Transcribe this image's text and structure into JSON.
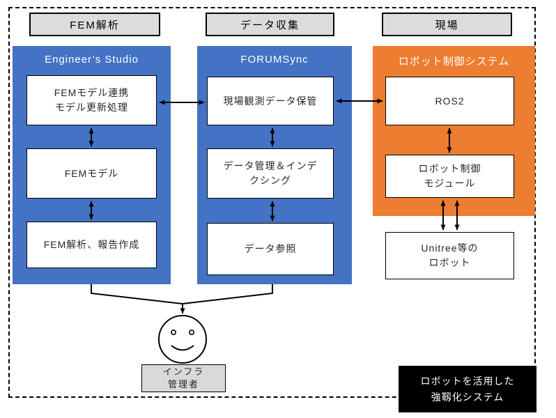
{
  "headers": {
    "fem": "FEM解析",
    "data": "データ収集",
    "site": "現場"
  },
  "engineers_studio": {
    "title": "Engineer’s Studio",
    "box_model_update": "FEMモデル連携\nモデル更新処理",
    "box_fem_model": "FEMモデル",
    "box_report": "FEM解析、報告作成"
  },
  "forumsync": {
    "title": "FORUMSync",
    "box_store": "現場観測データ保管",
    "box_index": "データ管理＆インデ\nクシング",
    "box_reference": "データ参照"
  },
  "robot_control": {
    "title": "ロボット制御システム",
    "box_ros2": "ROS2",
    "box_module": "ロボット制御\nモジュール"
  },
  "unitree_label": "Unitree等の\nロボット",
  "operator_label": "インフラ\n管理者",
  "footer_label": "ロボットを活用した\n強靱化システム",
  "colors": {
    "panel_blue": "#4472C4",
    "panel_orange": "#ED7D31",
    "header_gray": "#DCDCDC",
    "label_gray": "#D9D9D9",
    "footer_black": "#000000"
  }
}
